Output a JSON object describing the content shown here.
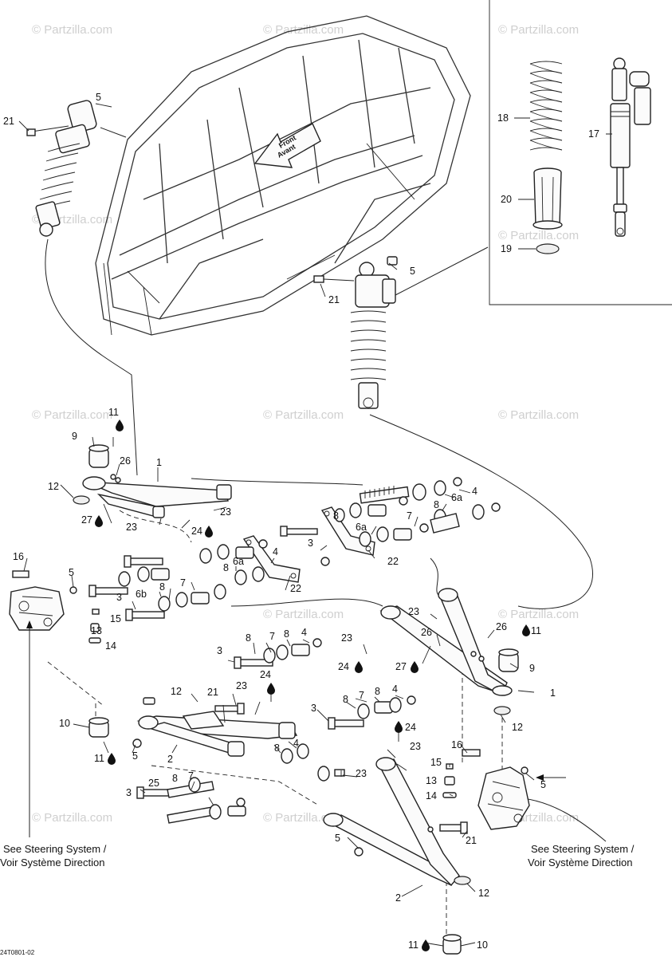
{
  "drawing_code": "24T0801-02",
  "watermark": "© Partzilla.com",
  "frame_arrow": {
    "line1": "Front",
    "line2": "Avant"
  },
  "notes": {
    "steering_left": {
      "line1": "See Steering System /",
      "line2": "Voir Système Direction"
    },
    "steering_right": {
      "line1": "See Steering System /",
      "line2": "Voir Système Direction"
    }
  },
  "callouts": [
    {
      "id": "c-21-a",
      "label": "21"
    },
    {
      "id": "c-5-a",
      "label": "5"
    },
    {
      "id": "c-18",
      "label": "18"
    },
    {
      "id": "c-17",
      "label": "17"
    },
    {
      "id": "c-20",
      "label": "20"
    },
    {
      "id": "c-19",
      "label": "19"
    },
    {
      "id": "c-5-b",
      "label": "5"
    },
    {
      "id": "c-21-b",
      "label": "21"
    },
    {
      "id": "c-11-a",
      "label": "11"
    },
    {
      "id": "c-9-a",
      "label": "9"
    },
    {
      "id": "c-26-a",
      "label": "26"
    },
    {
      "id": "c-1-a",
      "label": "1"
    },
    {
      "id": "c-12-a",
      "label": "12"
    },
    {
      "id": "c-23-a",
      "label": "23"
    },
    {
      "id": "c-27-a",
      "label": "27"
    },
    {
      "id": "c-23-b",
      "label": "23"
    },
    {
      "id": "c-24-a",
      "label": "24"
    },
    {
      "id": "c-4-a",
      "label": "4"
    },
    {
      "id": "c-6a-a",
      "label": "6a"
    },
    {
      "id": "c-8-a",
      "label": "8"
    },
    {
      "id": "c-7-a",
      "label": "7"
    },
    {
      "id": "c-6a-b",
      "label": "6a"
    },
    {
      "id": "c-8-b",
      "label": "8"
    },
    {
      "id": "c-3-a",
      "label": "3"
    },
    {
      "id": "c-22-a",
      "label": "22"
    },
    {
      "id": "c-16-a",
      "label": "16"
    },
    {
      "id": "c-4-b",
      "label": "4"
    },
    {
      "id": "c-6a-c",
      "label": "6a"
    },
    {
      "id": "c-8-c",
      "label": "8"
    },
    {
      "id": "c-22-b",
      "label": "22"
    },
    {
      "id": "c-5-c",
      "label": "5"
    },
    {
      "id": "c-7-b",
      "label": "7"
    },
    {
      "id": "c-3-b",
      "label": "3"
    },
    {
      "id": "c-6b",
      "label": "6b"
    },
    {
      "id": "c-8-d",
      "label": "8"
    },
    {
      "id": "c-15-a",
      "label": "15"
    },
    {
      "id": "c-13-a",
      "label": "13"
    },
    {
      "id": "c-14-a",
      "label": "14"
    },
    {
      "id": "c-23-c",
      "label": "23"
    },
    {
      "id": "c-26-b",
      "label": "26"
    },
    {
      "id": "c-26-c",
      "label": "26"
    },
    {
      "id": "c-11-b",
      "label": "11"
    },
    {
      "id": "c-23-d",
      "label": "23"
    },
    {
      "id": "c-24-b",
      "label": "24"
    },
    {
      "id": "c-27-b",
      "label": "27"
    },
    {
      "id": "c-9-b",
      "label": "9"
    },
    {
      "id": "c-1-b",
      "label": "1"
    },
    {
      "id": "c-12-b",
      "label": "12"
    },
    {
      "id": "c-8-e",
      "label": "8"
    },
    {
      "id": "c-7-c",
      "label": "7"
    },
    {
      "id": "c-8-f",
      "label": "8"
    },
    {
      "id": "c-4-c",
      "label": "4"
    },
    {
      "id": "c-3-c",
      "label": "3"
    },
    {
      "id": "c-24-c",
      "label": "24"
    },
    {
      "id": "c-12-c",
      "label": "12"
    },
    {
      "id": "c-21-c",
      "label": "21"
    },
    {
      "id": "c-23-e",
      "label": "23"
    },
    {
      "id": "c-8-g",
      "label": "8"
    },
    {
      "id": "c-7-d",
      "label": "7"
    },
    {
      "id": "c-8-h",
      "label": "8"
    },
    {
      "id": "c-4-d",
      "label": "4"
    },
    {
      "id": "c-3-d",
      "label": "3"
    },
    {
      "id": "c-10-a",
      "label": "10"
    },
    {
      "id": "c-24-d",
      "label": "24"
    },
    {
      "id": "c-11-c",
      "label": "11"
    },
    {
      "id": "c-5-d",
      "label": "5"
    },
    {
      "id": "c-2-a",
      "label": "2"
    },
    {
      "id": "c-8-i",
      "label": "8"
    },
    {
      "id": "c-4-e",
      "label": "4"
    },
    {
      "id": "c-23-f",
      "label": "23"
    },
    {
      "id": "c-25",
      "label": "25"
    },
    {
      "id": "c-8-j",
      "label": "8"
    },
    {
      "id": "c-7-e",
      "label": "7"
    },
    {
      "id": "c-3-e",
      "label": "3"
    },
    {
      "id": "c-23-g",
      "label": "23"
    },
    {
      "id": "c-16-b",
      "label": "16"
    },
    {
      "id": "c-15-b",
      "label": "15"
    },
    {
      "id": "c-13-b",
      "label": "13"
    },
    {
      "id": "c-14-b",
      "label": "14"
    },
    {
      "id": "c-5-e",
      "label": "5"
    },
    {
      "id": "c-5-f",
      "label": "5"
    },
    {
      "id": "c-21-d",
      "label": "21"
    },
    {
      "id": "c-2-b",
      "label": "2"
    },
    {
      "id": "c-12-d",
      "label": "12"
    },
    {
      "id": "c-11-d",
      "label": "11"
    },
    {
      "id": "c-10-b",
      "label": "10"
    }
  ]
}
